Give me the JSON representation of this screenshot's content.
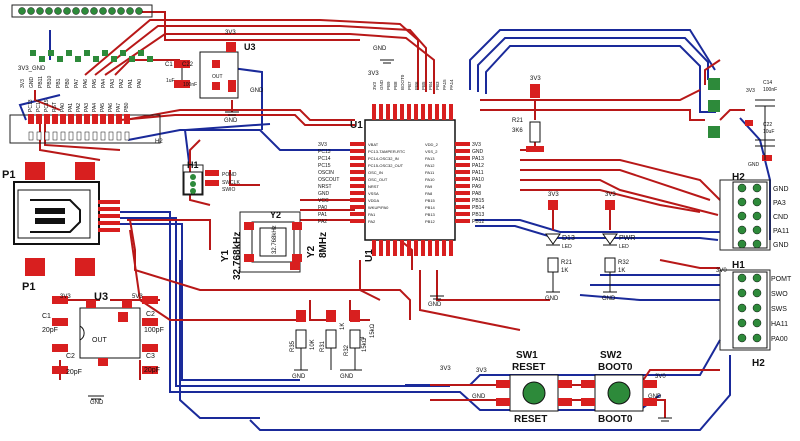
{
  "board": {
    "bg": "#ffffff",
    "trace_red": "#b81818",
    "trace_blue": "#1a2a9a",
    "pad_red": "#d81f1f",
    "pad_green": "#2d8a3a",
    "silk": "#111111"
  },
  "mcu": {
    "ref": "U1",
    "ref2": "U1",
    "left_pins": [
      "3V3",
      "PC13",
      "PC14",
      "PC15",
      "OSCIN",
      "OSCOUT",
      "NRST",
      "GND",
      "VCC",
      "PA0",
      "PA1",
      "PA2"
    ],
    "inner_left": [
      "VBAT",
      "PC13-TAMPER-RTC",
      "PC14-OSC32_IN",
      "PC15-OSC32_OUT",
      "OSC_IN",
      "OSC_OUT",
      "NRST",
      "VSSA",
      "VDDA",
      "WKUP/PA0",
      "PA1",
      "PA2"
    ],
    "inner_right": [
      "VDD_2",
      "VSS_2",
      "PA13",
      "PA12",
      "PA11",
      "PA10",
      "PA9",
      "PA8",
      "PB15",
      "PB14",
      "PB13",
      "PB12"
    ],
    "right_pins": [
      "3V3",
      "GND",
      "PA13",
      "PA12",
      "PA11",
      "PA10",
      "PA9",
      "PA8",
      "PB15",
      "PB14",
      "PB13",
      "PB12"
    ],
    "top_pins": [
      "3V3",
      "GND",
      "PB9",
      "PB8",
      "BOOT0",
      "PB7",
      "PB6",
      "PB5",
      "PB4",
      "PB3",
      "PA15",
      "PA14"
    ]
  },
  "headers": {
    "top_strip_pins": [
      "3V3",
      "GND",
      "PB11",
      "PB10",
      "PB1",
      "PB0",
      "PA7",
      "PA6",
      "PA5",
      "PA4",
      "PA3",
      "PA2",
      "PA1",
      "PA0"
    ],
    "top_strip_label": "3V3_GND",
    "left_strip_pins": [
      "PC13",
      "PC14",
      "PC15",
      "RST",
      "PA0",
      "PA1",
      "PA2",
      "PA3",
      "PA4",
      "PA5",
      "PA6",
      "PA7",
      "PB0"
    ],
    "h1": {
      "ref": "H1",
      "pins": [
        "POND",
        "SWCLK",
        "SWIO"
      ]
    },
    "h2_top": {
      "ref": "H2",
      "pins": [
        "GND",
        "PA3",
        "CND",
        "PA11",
        "GND"
      ]
    },
    "h1_right": {
      "ref": "H1",
      "top_label": "3V0",
      "pins": [
        "POMT",
        "SWO",
        "SWS",
        "HA11",
        "PA00"
      ]
    },
    "h2_bottom": {
      "ref": "H2"
    },
    "small_h2": "H2"
  },
  "usb": {
    "ref": "P1",
    "ref2": "P1"
  },
  "reg_top": {
    "ref": "U3",
    "vin_label": "3V3",
    "gnd_label": "GND",
    "out_label": "OUT",
    "c1": "C1",
    "c1v": "1uF",
    "c2": "C22",
    "c2v": "100nF"
  },
  "reg_bottom": {
    "ref": "U3",
    "left_label": "3V3",
    "right_label": "5V3",
    "out": "OUT",
    "gnd": "GND",
    "c1": "C1",
    "c1v": "20pF",
    "c2": "C2",
    "c2v": "100pF",
    "c3": "C3",
    "c3v": "20pF",
    "c4": "C2",
    "c4v": "20pF"
  },
  "crystals": {
    "y1": "Y1",
    "y1f": "32.768kHz",
    "y2": "Y2",
    "y2f": "8MHz",
    "y2_body": "32.768kHz",
    "y2_top": "Y2"
  },
  "resistors": {
    "r_top": {
      "ref": "R21",
      "val": "3K6",
      "supply": "3V3"
    },
    "r35": {
      "ref": "R35",
      "val": "10K"
    },
    "r31": {
      "ref": "R31",
      "val": "1K"
    },
    "r32": {
      "ref": "R32",
      "val": "15kΩ"
    },
    "r33": {
      "ref": "3",
      "val": "15kΩ"
    },
    "r21": {
      "ref": "R21",
      "val": "1K"
    },
    "r32b": {
      "ref": "R32",
      "val": "1K"
    }
  },
  "leds": {
    "d13": {
      "ref": "D13",
      "label": "LED",
      "supply": "3V3"
    },
    "pwr": {
      "ref": "PWR",
      "label": "LED",
      "supply": "3V3"
    }
  },
  "switches": {
    "sw1": {
      "ref": "SW1",
      "top": "RESET",
      "bottom": "RESET"
    },
    "sw2": {
      "ref": "SW2",
      "top": "BOOT0",
      "bottom": "BOOT0"
    },
    "net_3v3": "3V3",
    "net_gnd": "GND",
    "net_3v0": "3V0"
  },
  "caps_right": {
    "c14": "C14",
    "c14v": "100nF",
    "c22": "C22",
    "c22v": "10uF",
    "v": "3V3",
    "gnd": "GND"
  },
  "misc": {
    "gnd": "GND",
    "v3v3": "3V3",
    "u1_pin_gnd": "GND"
  }
}
